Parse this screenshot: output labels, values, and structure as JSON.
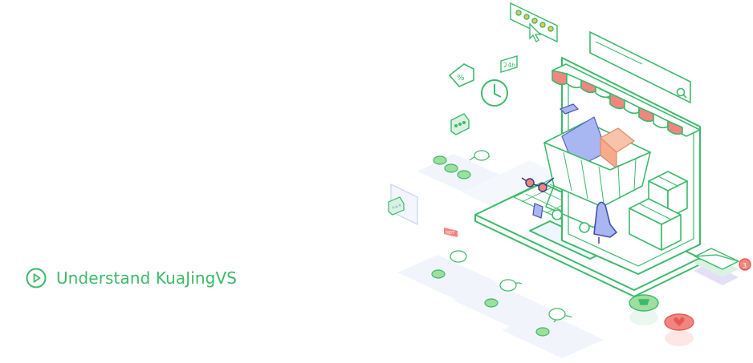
{
  "cta": {
    "label": "Understand KuaJingVS",
    "icon": "play-circle-icon"
  },
  "illustration": {
    "search_icon": "search-icon",
    "badge_24h": "24h",
    "percent_label": "%",
    "hot_badge": "HOT",
    "mail_count": "3",
    "colors": {
      "accent": "#3cba6a",
      "accent_light": "#d9f2e2",
      "awning_red": "#f2857f",
      "box_blue": "#a8b6f2",
      "box_peach": "#f8c3a8",
      "star_yellow": "#f5c84a",
      "heart_red": "#e45a5a"
    }
  }
}
